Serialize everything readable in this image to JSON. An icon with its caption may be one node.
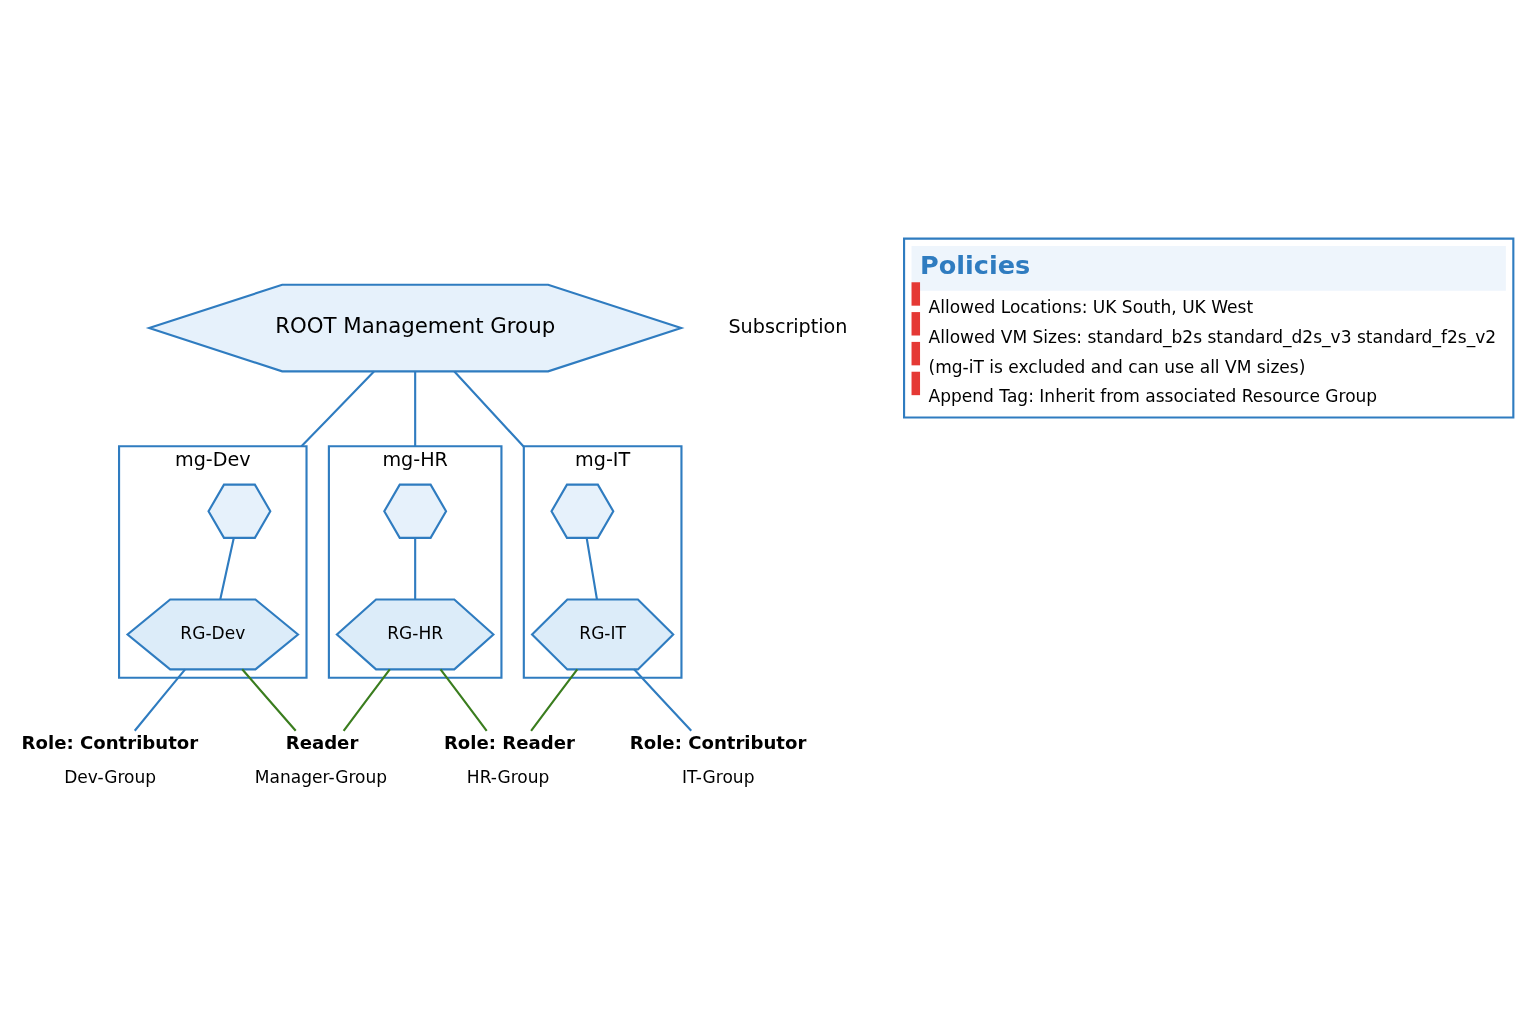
{
  "diagram": {
    "nodes": [
      {
        "text": [
          "ROOT Management Group"
        ]
      },
      {
        "text": [
          "Subscription"
        ]
      },
      {
        "text": [
          "mg-Dev"
        ]
      },
      {
        "text": [],
        "shape": "hexagon",
        "in": 2
      },
      {
        "text": [
          "RG-Dev"
        ],
        "in": 2
      },
      {
        "text": [
          "mg-IT"
        ]
      },
      {
        "text": [],
        "shape": "hexagon",
        "in": 5
      },
      {
        "text": [
          "RG-IT"
        ],
        "in": 5
      },
      {
        "text": [
          "mg-HR"
        ]
      },
      {
        "text": [],
        "shape": "hexagon",
        "in": 8
      },
      {
        "text": [
          "RG-HR"
        ],
        "in": 8
      },
      {
        "text": [
          "Role: Contributor",
          "Dev-Group"
        ]
      },
      {
        "text": [
          "Role: Contributor",
          "IT-Group"
        ]
      },
      {
        "text": [
          "Role: Reader",
          "HR-Group"
        ]
      },
      {
        "text": [
          "Reader",
          "Manager-Group"
        ]
      },
      {
        "text": [
          "Policies",
          "Allowed Locations: UK South, UK West",
          "Allowed VM Sizes: standard_b2s standard_d2s_v3 standard_f2s_v2",
          "(mg-iT is excluded and can use all VM sizes)",
          "Append Tag: Inherit from associated Resource Group"
        ]
      }
    ],
    "edges": [
      {
        "from": 0,
        "to": 2,
        "arrow": "none"
      },
      {
        "from": 0,
        "to": 5,
        "arrow": "none"
      },
      {
        "from": 0,
        "to": 8,
        "arrow": "none"
      },
      {
        "from": 3,
        "to": 4,
        "arrow": "none"
      },
      {
        "from": 6,
        "to": 7,
        "arrow": "none"
      },
      {
        "from": 9,
        "to": 10,
        "arrow": "none"
      },
      {
        "from": 4,
        "to": 11,
        "arrow": "none"
      },
      {
        "from": 7,
        "to": 12,
        "arrow": "none"
      },
      {
        "from": 7,
        "to": 13,
        "arrow": "none",
        "color": "#3a7d1e"
      },
      {
        "from": 10,
        "to": 13,
        "arrow": "none",
        "color": "#3a7d1e"
      },
      {
        "from": 4,
        "to": 14,
        "arrow": "none",
        "color": "#3a7d1e"
      },
      {
        "from": 10,
        "to": 14,
        "arrow": "none",
        "color": "#3a7d1e"
      }
    ]
  }
}
